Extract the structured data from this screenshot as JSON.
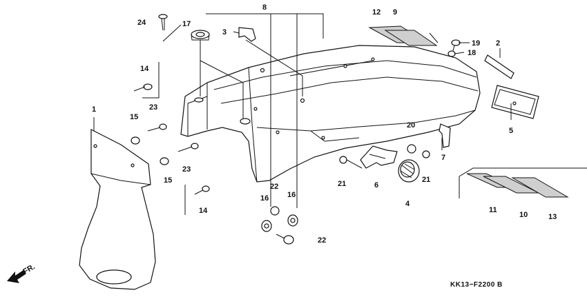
{
  "callouts": [
    {
      "id": "c1",
      "text": "1"
    },
    {
      "id": "c2",
      "text": "2"
    },
    {
      "id": "c3",
      "text": "3"
    },
    {
      "id": "c4",
      "text": "4"
    },
    {
      "id": "c5",
      "text": "5"
    },
    {
      "id": "c6",
      "text": "6"
    },
    {
      "id": "c7",
      "text": "7"
    },
    {
      "id": "c8",
      "text": "8"
    },
    {
      "id": "c9",
      "text": "9"
    },
    {
      "id": "c10",
      "text": "10"
    },
    {
      "id": "c11",
      "text": "11"
    },
    {
      "id": "c12",
      "text": "12"
    },
    {
      "id": "c13",
      "text": "13"
    },
    {
      "id": "c14a",
      "text": "14"
    },
    {
      "id": "c14b",
      "text": "14"
    },
    {
      "id": "c15a",
      "text": "15"
    },
    {
      "id": "c15b",
      "text": "15"
    },
    {
      "id": "c16a",
      "text": "16"
    },
    {
      "id": "c16b",
      "text": "16"
    },
    {
      "id": "c17",
      "text": "17"
    },
    {
      "id": "c18",
      "text": "18"
    },
    {
      "id": "c19",
      "text": "19"
    },
    {
      "id": "c20",
      "text": "20"
    },
    {
      "id": "c21a",
      "text": "21"
    },
    {
      "id": "c21b",
      "text": "21"
    },
    {
      "id": "c22a",
      "text": "22"
    },
    {
      "id": "c22b",
      "text": "22"
    },
    {
      "id": "c23a",
      "text": "23"
    },
    {
      "id": "c23b",
      "text": "23"
    },
    {
      "id": "c24",
      "text": "24"
    }
  ],
  "direction_label": "FR.",
  "diagram_code": "KK13−F2200 B"
}
